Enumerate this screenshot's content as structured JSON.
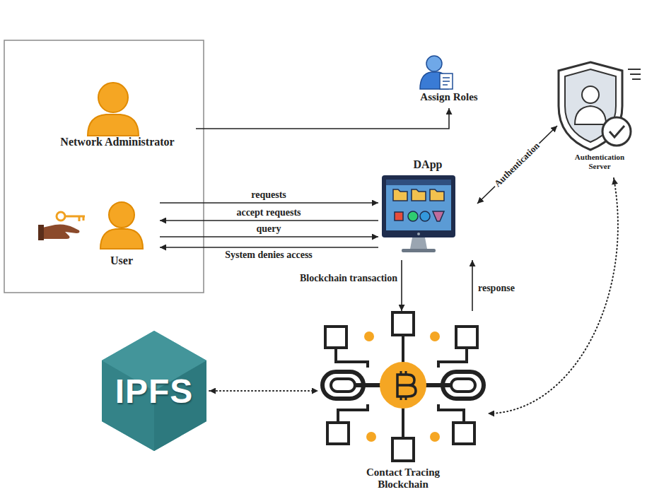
{
  "diagram": {
    "nodes": [
      {
        "text": [
          "Network Administrator"
        ]
      },
      {
        "text": [
          "User"
        ]
      },
      {
        "text": [
          "Assign Roles"
        ]
      },
      {
        "text": [
          "DApp"
        ]
      },
      {
        "text": [
          "Authentication Server"
        ]
      },
      {
        "text": [
          "IPFS"
        ]
      },
      {
        "text": [
          "Contact Tracing Blockchain"
        ]
      }
    ],
    "edges": [
      {
        "from": 0,
        "to": 2,
        "arrow": "to"
      },
      {
        "from": 1,
        "to": 3,
        "label": "requests",
        "arrow": "to"
      },
      {
        "from": 3,
        "to": 1,
        "label": "accept requests",
        "arrow": "to"
      },
      {
        "from": 1,
        "to": 3,
        "label": "query",
        "arrow": "to"
      },
      {
        "from": 3,
        "to": 1,
        "label": "System denies access",
        "arrow": "to"
      },
      {
        "from": 3,
        "to": 6,
        "label": "Blockchain transaction",
        "arrow": "to"
      },
      {
        "from": 6,
        "to": 3,
        "label": "response",
        "arrow": "to"
      },
      {
        "from": 3,
        "to": 4,
        "label": "Authentication",
        "arrow": "both"
      },
      {
        "from": 5,
        "to": 6,
        "arrow": "both"
      },
      {
        "from": 4,
        "to": 6,
        "arrow": "both"
      }
    ]
  }
}
